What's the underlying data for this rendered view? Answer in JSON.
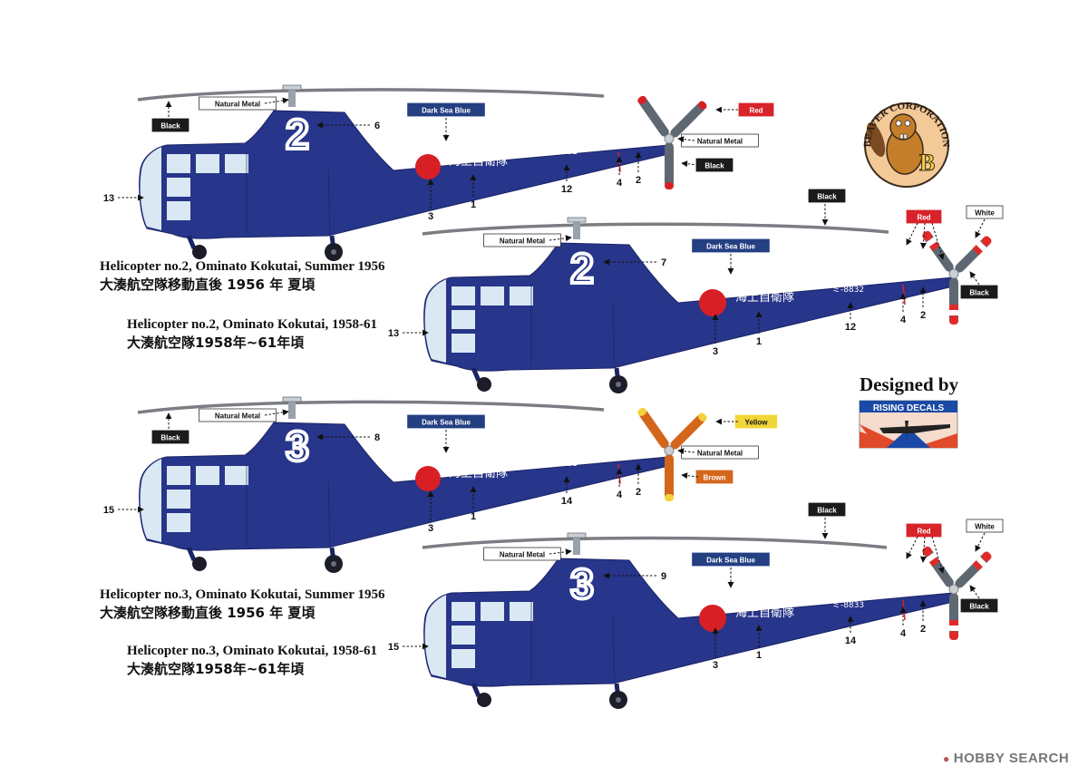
{
  "colors": {
    "body_blue": "#27358a",
    "glass": "#d9e8f3",
    "roundel_red": "#d91f26",
    "rotor_grey": "#5f6872",
    "tail_rotor_orange": "#d4661c",
    "tip_yellow": "#f3d23c",
    "label_dark": "#1b1b1b",
    "label_navy": "#243f82",
    "label_red": "#d8232a",
    "label_yellow": "#f0d637",
    "label_brown": "#d4661c"
  },
  "helicopters": [
    {
      "id": "h1",
      "hull_number": "2",
      "serial": "ミ-8832",
      "kanji": "海上自衛隊",
      "caption_en": "Helicopter no.2, Ominato Kokutai, Summer 1956",
      "caption_jp": "大湊航空隊移動直後 1956 年 夏頃",
      "callouts": {
        "rotor": "Black",
        "mast": "Natural Metal",
        "body": "Dark Sea Blue",
        "tr_tip": "Red",
        "tr_hub": "Natural Metal",
        "tr_blade": "Black"
      },
      "numbers": {
        "nose": "13",
        "hull": "6",
        "roundel": "3",
        "kanji": "1",
        "serial": "12",
        "stripe": "4",
        "tail": "2"
      }
    },
    {
      "id": "h2",
      "hull_number": "2",
      "serial": "ミ-8832",
      "kanji": "海上自衛隊",
      "caption_en": "Helicopter no.2, Ominato Kokutai, 1958-61",
      "caption_jp": "大湊航空隊1958年~61年頃",
      "callouts": {
        "rotor": "Black",
        "mast": "Natural Metal",
        "body": "Dark Sea Blue",
        "tr_tip": "Red",
        "tr_tip2": "White",
        "tr_blade": "Black"
      },
      "numbers": {
        "nose": "13",
        "hull": "7",
        "roundel": "3",
        "kanji": "1",
        "serial": "12",
        "stripe": "4",
        "tail": "2"
      }
    },
    {
      "id": "h3",
      "hull_number": "3",
      "serial": "ミ-8833",
      "kanji": "海上自衛隊",
      "caption_en": "Helicopter no.3, Ominato Kokutai, Summer 1956",
      "caption_jp": "大湊航空隊移動直後 1956 年 夏頃",
      "callouts": {
        "rotor": "Black",
        "mast": "Natural Metal",
        "body": "Dark Sea Blue",
        "tr_tip": "Yellow",
        "tr_hub": "Natural Metal",
        "tr_blade": "Brown"
      },
      "numbers": {
        "nose": "15",
        "hull": "8",
        "roundel": "3",
        "kanji": "1",
        "serial": "14",
        "stripe": "4",
        "tail": "2"
      }
    },
    {
      "id": "h4",
      "hull_number": "3",
      "serial": "ミ-8833",
      "kanji": "海上自衛隊",
      "caption_en": "Helicopter no.3, Ominato Kokutai, 1958-61",
      "caption_jp": "大湊航空隊1958年~61年頃",
      "callouts": {
        "rotor": "Black",
        "mast": "Natural Metal",
        "body": "Dark Sea Blue",
        "tr_tip": "Red",
        "tr_tip2": "White",
        "tr_blade": "Black"
      },
      "numbers": {
        "nose": "15",
        "hull": "9",
        "roundel": "3",
        "kanji": "1",
        "serial": "14",
        "stripe": "4",
        "tail": "2"
      }
    }
  ],
  "beaver_logo": {
    "text": "BEAVER CORPORATION",
    "letter": "B"
  },
  "rising_decals": {
    "designed_by": "Designed by",
    "brand": "RISING DECALS"
  },
  "watermark": {
    "text": "HOBBY SEARCH"
  }
}
